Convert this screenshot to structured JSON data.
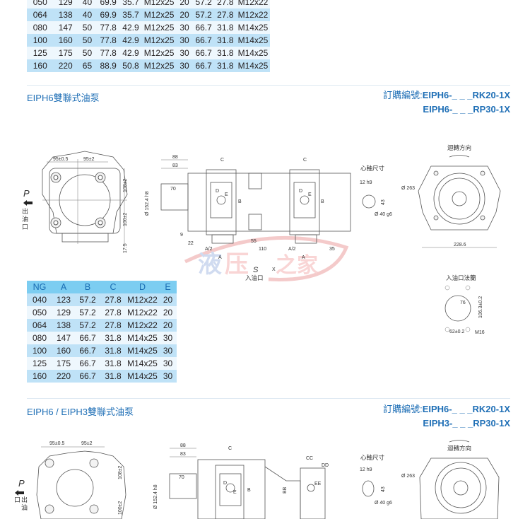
{
  "top_table": {
    "rows": [
      [
        "050",
        "129",
        "40",
        "69.9",
        "35.7",
        "M12x25",
        "20",
        "57.2",
        "27.8",
        "M12x22"
      ],
      [
        "064",
        "138",
        "40",
        "69.9",
        "35.7",
        "M12x25",
        "20",
        "57.2",
        "27.8",
        "M12x22"
      ],
      [
        "080",
        "147",
        "50",
        "77.8",
        "42.9",
        "M12x25",
        "30",
        "66.7",
        "31.8",
        "M14x25"
      ],
      [
        "100",
        "160",
        "50",
        "77.8",
        "42.9",
        "M12x25",
        "30",
        "66.7",
        "31.8",
        "M14x25"
      ],
      [
        "125",
        "175",
        "50",
        "77.8",
        "42.9",
        "M12x25",
        "30",
        "66.7",
        "31.8",
        "M14x25"
      ],
      [
        "160",
        "220",
        "65",
        "88.9",
        "50.8",
        "M12x25",
        "30",
        "66.7",
        "31.8",
        "M14x25"
      ]
    ]
  },
  "section1": {
    "title": "EIPH6雙聯式油泵",
    "order_label": "訂購編號:",
    "order_codes": [
      "EIPH6-_ _ _RK20-1X",
      "EIPH6-_ _ _RP30-1X"
    ],
    "table": {
      "headers": [
        "NG",
        "A",
        "B",
        "C",
        "D",
        "E"
      ],
      "rows": [
        [
          "040",
          "123",
          "57.2",
          "27.8",
          "M12x22",
          "20"
        ],
        [
          "050",
          "129",
          "57.2",
          "27.8",
          "M12x22",
          "20"
        ],
        [
          "064",
          "138",
          "57.2",
          "27.8",
          "M12x22",
          "20"
        ],
        [
          "080",
          "147",
          "66.7",
          "31.8",
          "M14x25",
          "30"
        ],
        [
          "100",
          "160",
          "66.7",
          "31.8",
          "M14x25",
          "30"
        ],
        [
          "125",
          "175",
          "66.7",
          "31.8",
          "M14x25",
          "30"
        ],
        [
          "160",
          "220",
          "66.7",
          "31.8",
          "M14x25",
          "30"
        ]
      ]
    },
    "drawing": {
      "front": {
        "w1": "95±0.5",
        "w2": "95±2",
        "h1": "108±2",
        "h2": "100±2",
        "h3": "17.5",
        "port_letter": "P",
        "port_label": "出油口"
      },
      "side": {
        "d88": "88",
        "d83": "83",
        "d70": "70",
        "dia": "Ø 152.4 h8",
        "d9": "9",
        "d22": "22",
        "d55": "55",
        "d110": "110",
        "d35": "35",
        "a_half": "A/2",
        "a": "A",
        "b": "B",
        "c": "C",
        "d": "D",
        "e": "E",
        "s": "S",
        "x": "X",
        "inlet": "入油口"
      },
      "shaft": {
        "title": "心軸尺寸",
        "w": "12 h9",
        "h": "43",
        "dia": "Ø 40 g6"
      },
      "rear": {
        "rotation": "迴轉方向",
        "dia": "Ø 263",
        "width": "228.6"
      },
      "flange": {
        "title": "入油口法蘭",
        "dia": "76",
        "h": "106.3±0.2",
        "w": "62±0.2",
        "thread": "M16"
      }
    }
  },
  "section2": {
    "title": "EIPH6 / EIPH3雙聯式油泵",
    "order_label": "訂購編號:",
    "order_codes": [
      "EIPH6-_ _ _RK20-1X",
      "EIPH3-_ _ _RP30-1X"
    ],
    "drawing": {
      "front": {
        "w1": "95±0.5",
        "w2": "95±2",
        "h1": "108±2",
        "h2": "100±2",
        "port_letter": "P",
        "port_label": "出油口"
      },
      "side": {
        "d88": "88",
        "d83": "83",
        "d70": "70",
        "dia": "Ø 152.4 h8",
        "c": "C",
        "b": "B",
        "d": "D",
        "e": "E",
        "cc": "CC",
        "bb": "BB",
        "dd": "DD",
        "ee": "EE"
      },
      "shaft": {
        "title": "心軸尺寸",
        "w": "12 h9",
        "h": "43",
        "dia": "Ø 40 g6"
      },
      "rear": {
        "rotation": "迴轉方向",
        "dia": "Ø 263"
      }
    }
  },
  "watermark": "液压之家",
  "colors": {
    "accent": "#1f6fb6",
    "table_header": "#7ccdf1",
    "row_stripe": "#bfe2f7",
    "row_light": "#eef7fd"
  }
}
